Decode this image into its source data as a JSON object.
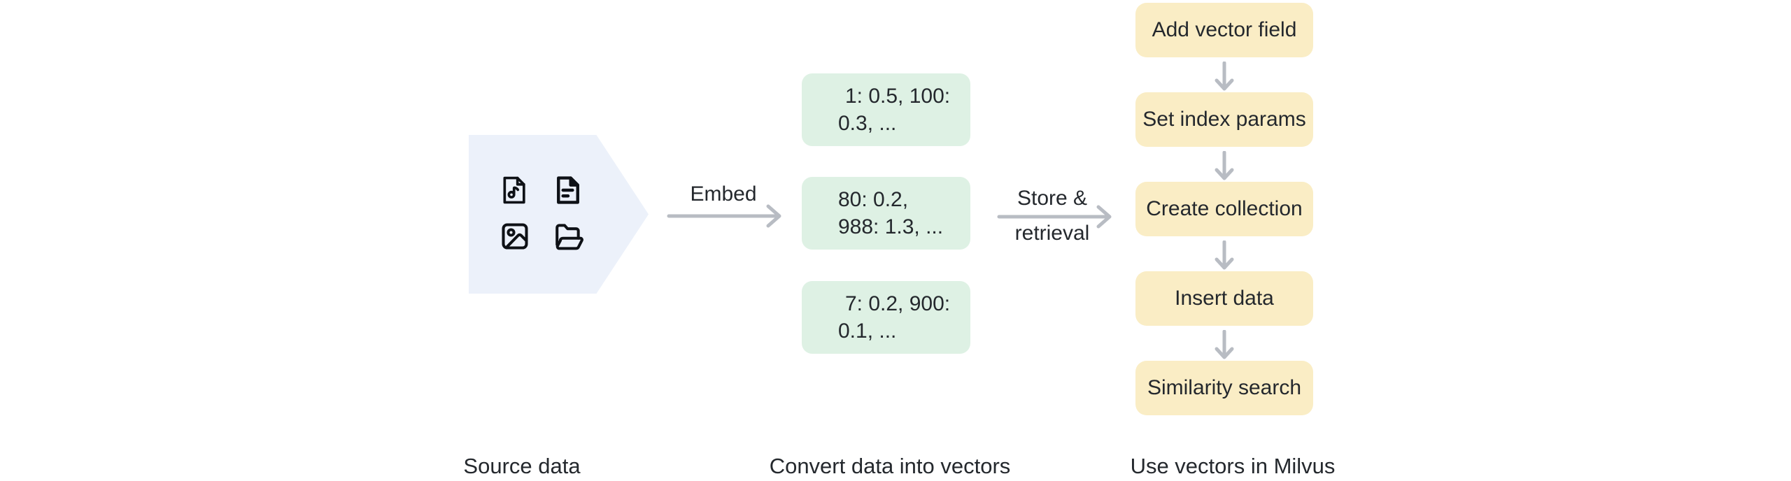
{
  "diagram": {
    "captions": {
      "source": "Source data",
      "convert": "Convert data into vectors",
      "use": "Use vectors in Milvus"
    },
    "source_shape": {
      "icons": [
        "file-music-icon",
        "file-text-icon",
        "image-icon",
        "folder-open-icon"
      ]
    },
    "embed_arrow": {
      "label": "Embed"
    },
    "store_arrow": {
      "label_line1": "Store &",
      "label_line2": "retrieval"
    },
    "vector_boxes": [
      {
        "line1": "1: 0.5, 100:",
        "line2": "0.3, ..."
      },
      {
        "line1": "80: 0.2,",
        "line2": "988: 1.3, ..."
      },
      {
        "line1": "7: 0.2, 900:",
        "line2": "0.1, ..."
      }
    ],
    "milvus_steps": [
      "Add vector field",
      "Set index params",
      "Create collection",
      "Insert data",
      "Similarity search"
    ],
    "colors": {
      "source_shape_bg": "#ecf1fa",
      "vector_box_bg": "#def1e4",
      "step_box_bg": "#faedc5",
      "arrow_gray": "#b8bcc3",
      "text": "#24282d",
      "icon": "#0e1116",
      "background": "#ffffff"
    }
  }
}
